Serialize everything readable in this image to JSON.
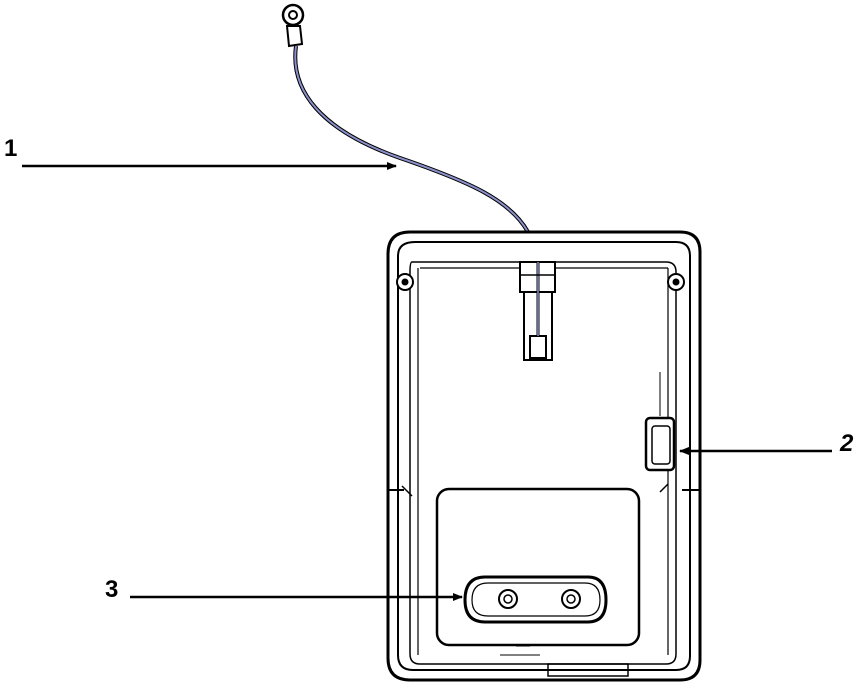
{
  "callouts": [
    {
      "id": "1",
      "label": "1"
    },
    {
      "id": "2",
      "label": "2"
    },
    {
      "id": "3",
      "label": "3"
    }
  ],
  "colors": {
    "line": "#000000",
    "wire": "#8a8fc8",
    "background": "#ffffff"
  }
}
